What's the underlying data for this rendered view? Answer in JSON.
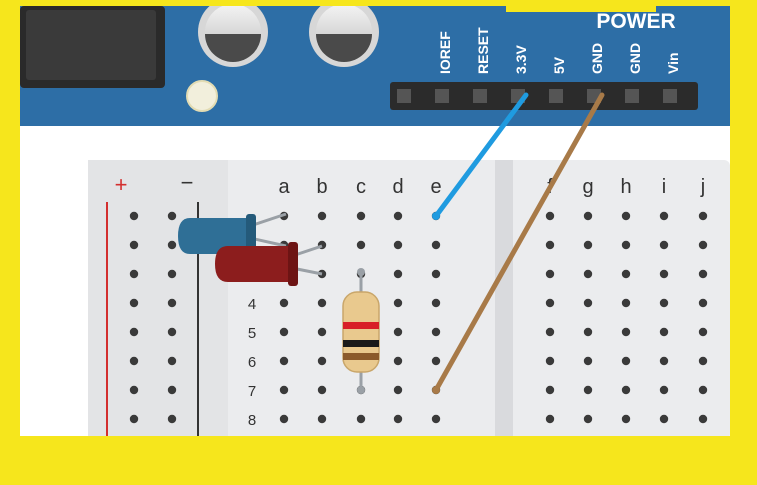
{
  "board": {
    "power_title": "POWER",
    "pins": [
      "IOREF",
      "RESET",
      "3.3V",
      "5V",
      "GND",
      "GND",
      "Vin"
    ]
  },
  "breadboard": {
    "rail_plus": "+",
    "rail_minus": "−",
    "columns_left": [
      "a",
      "b",
      "c",
      "d",
      "e"
    ],
    "columns_right": [
      "f",
      "g",
      "h",
      "i",
      "j"
    ],
    "row_numbers": [
      "4",
      "5",
      "6",
      "7",
      "8"
    ]
  },
  "components": {
    "led_1": {
      "color": "#2f6f96"
    },
    "led_2": {
      "color": "#8c1d1d"
    },
    "resistor_bands": [
      "#d81f26",
      "#1a1a1a",
      "#8b5a2b"
    ]
  },
  "wires": {
    "wire_3v3": {
      "color": "#1f9be0",
      "from_pin": "3.3V",
      "to_hole": "e1"
    },
    "wire_gnd": {
      "color": "#a87a48",
      "from_pin": "GND",
      "to_hole": "e7"
    }
  },
  "colors": {
    "frame": "#f6e61c",
    "board": "#2d6ea6",
    "breadboard": "#ebecee",
    "plus_rail": "#d32f2f",
    "minus_rail": "#333333"
  }
}
